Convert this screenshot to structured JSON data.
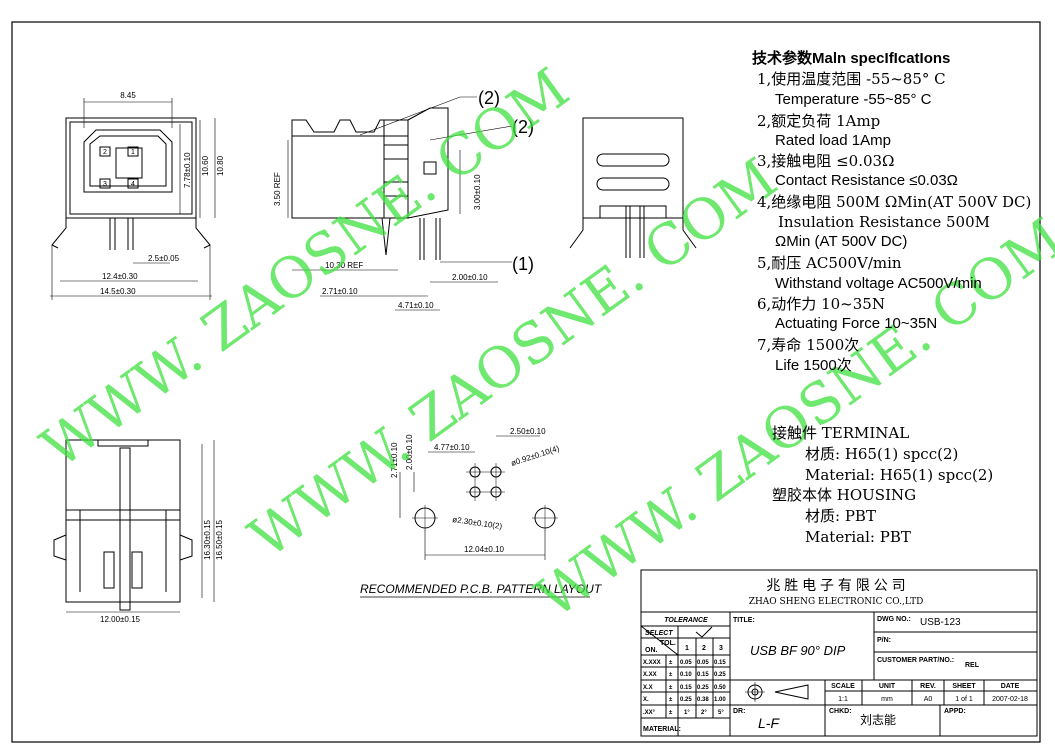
{
  "specs": {
    "heading": "技术参数Maln specIfIcatIons",
    "lines": [
      {
        "cn": "1,使用温度范围 -55~85° C",
        "en": "Temperature -55~85° C"
      },
      {
        "cn": "2,额定负荷  1Amp",
        "en": "Rated load  1Amp"
      },
      {
        "cn": "3,接触电阻 ≤0.03Ω",
        "en": "Contact Resistance  ≤0.03Ω"
      },
      {
        "cn": "4,绝缘电阻 500M ΩMin(AT 500V DC)",
        "en": "Insulation Resistance 500M",
        "en2": "ΩMin (AT 500V DC)"
      },
      {
        "cn": "5,耐压  AC500V/min",
        "en": "Withstand voltage AC500V/min"
      },
      {
        "cn": "6,动作力  10~35N",
        "en": "Actuating Force  10~35N"
      },
      {
        "cn": "7,寿命  1500次",
        "en": "Life  1500次"
      }
    ],
    "terminal": "接触件  TERMINAL",
    "terminal_cn": "材质: H65(1)  spcc(2)",
    "terminal_en": "Material: H65(1)  spcc(2)",
    "housing": "塑胶本体  HOUSING",
    "housing_cn": "材质: PBT",
    "housing_en": "Material: PBT"
  },
  "drawing": {
    "front_dims": {
      "width_top": "8.45",
      "h1": "7.78±0.10",
      "h2": "10.60",
      "h3": "10.80",
      "pitch": "2.5±0.05",
      "w_inner": "12.4±0.30",
      "w_outer": "14.5±0.30"
    },
    "pins": [
      "2",
      "1",
      "3",
      "4"
    ],
    "side_dims": {
      "ref350": "3.50 REF",
      "h300": "3.00±0.10",
      "ref1030": "10.30 REF",
      "d200": "2.00±0.10",
      "d271": "2.71±0.10",
      "d471": "4.71±0.10"
    },
    "callouts": [
      "(2)",
      "(2)",
      "(1)"
    ],
    "bottom_dims": {
      "w1200": "12.00±0.15",
      "h1630": "16.30±0.15",
      "h1650": "16.50±0.15"
    },
    "pcb_dims": {
      "d250": "2.50±0.10",
      "d477": "4.77±0.10",
      "hole092": "ø0.92±0.10(4)",
      "d271": "2.71±0.10",
      "d200": "2.00±0.10",
      "hole230": "ø2.30±0.10(2)",
      "d1204": "12.04±0.10"
    },
    "pcb_caption": "RECOMMENDED  P.C.B.  PATTERN  LAYOUT"
  },
  "watermark": [
    "WWW. ZAOSNE. COM",
    "WWW. ZAOSNE. COM",
    "WWW. ZAOSNE. COM"
  ],
  "title_block": {
    "company_cn": "兆 胜 电 子 有 限 公 司",
    "company_en": "ZHAO SHENG ELECTRONIC CO.,LTD",
    "tolerance": "TOLERANCE",
    "select": "SELECT",
    "tol": "TOL.",
    "on": "ON.",
    "cols": [
      "1",
      "2",
      "3"
    ],
    "rows": [
      {
        "k": "X.XXX",
        "s": "±",
        "v": [
          "0.05",
          "0.05",
          "0.15"
        ]
      },
      {
        "k": "X.XX",
        "s": "±",
        "v": [
          "0.10",
          "0.15",
          "0.25"
        ]
      },
      {
        "k": "X.X",
        "s": "±",
        "v": [
          "0.15",
          "0.25",
          "0.50"
        ]
      },
      {
        "k": "X.",
        "s": "±",
        "v": [
          "0.25",
          "0.38",
          "1.00"
        ]
      },
      {
        "k": ".XX°",
        "s": "±",
        "v": [
          "1°",
          "2°",
          "5°"
        ]
      }
    ],
    "material": "MATERIAL:",
    "title_label": "TITLE:",
    "title_value": "USB  BF  90° DIP",
    "dwg_label": "DWG  NO.:",
    "dwg_value": "USB-123",
    "pn_label": "P/N:",
    "cust_label": "CUSTOMER PART/NO.:",
    "cust_value": "REL",
    "scale_label": "SCALE",
    "scale_value": "1:1",
    "unit_label": "UNIT",
    "unit_value": "mm",
    "rev_label": "REV.",
    "rev_value": "A0",
    "sheet_label": "SHEET",
    "sheet_value": "1  of  1",
    "date_label": "DATE",
    "date_value": "2007-02-18",
    "dr_label": "DR:",
    "dr_value": "L-F",
    "chkd_label": "CHKD:",
    "chkd_value": "刘志能",
    "appd_label": "APPD:"
  }
}
